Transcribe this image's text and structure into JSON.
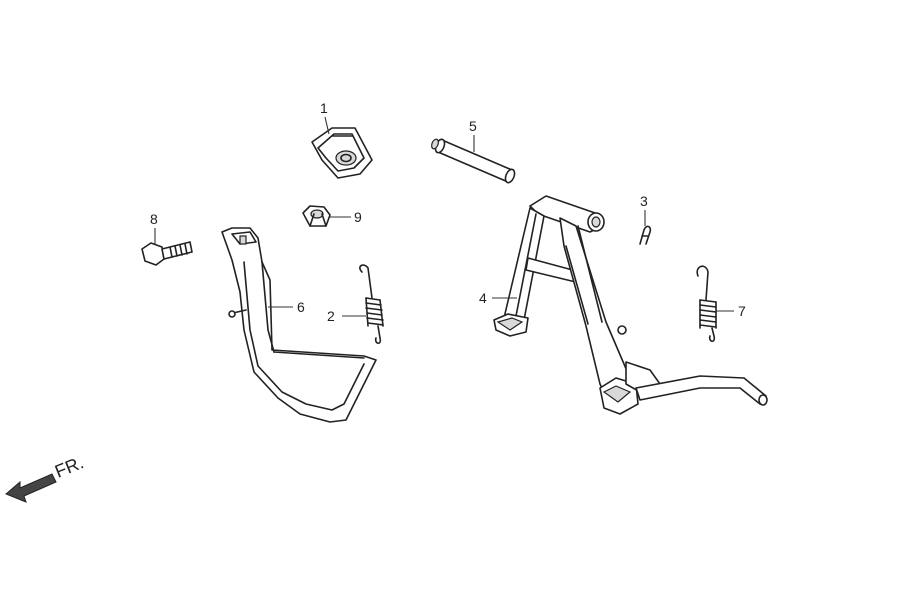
{
  "callouts": {
    "c1": "1",
    "c2": "2",
    "c3": "3",
    "c4": "4",
    "c5": "5",
    "c6": "6",
    "c7": "7",
    "c8": "8",
    "c9": "9"
  },
  "direction_label": "FR.",
  "colors": {
    "line": "#222222",
    "shade": "#d9d9d9",
    "background": "#ffffff"
  }
}
